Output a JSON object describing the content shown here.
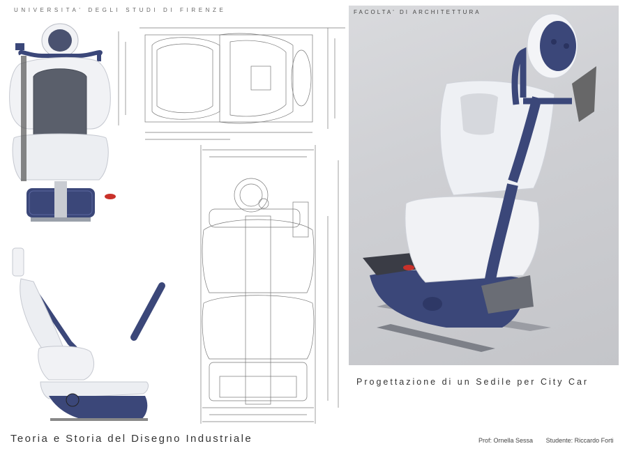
{
  "header": {
    "university": "UNIVERSITA' DEGLI STUDI DI FIRENZE",
    "faculty": "FACOLTA' DI ARCHITETTURA"
  },
  "project_title": "Progettazione di un Sedile per City Car",
  "course_title": "Teoria e Storia del Disegno Industriale",
  "credits": {
    "professor": "Prof: Ornella Sessa",
    "student": "Studente: Riccardo Forti"
  },
  "colors": {
    "navy": "#3b4779",
    "shell_white": "#f1f2f5",
    "fabric": "#5a5f6b",
    "render_bg": "#cfd0d4"
  }
}
